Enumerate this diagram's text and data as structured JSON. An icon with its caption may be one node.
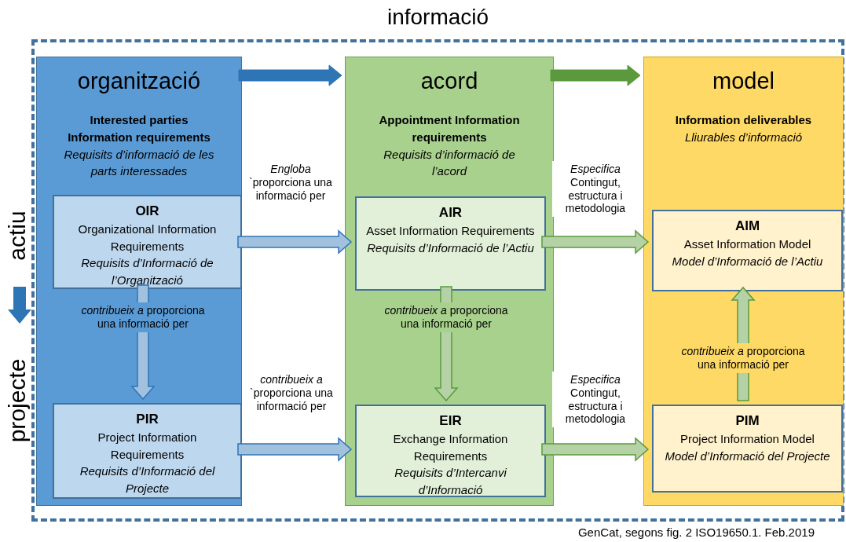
{
  "diagram": {
    "caption": "GenCat, segons fig. 2 ISO19650.1. Feb.2019",
    "nodes": [
      {
        "text": [
          "informació"
        ]
      },
      {
        "text": [
          "organització",
          "Interested parties Information requirements",
          "Requisits d’informació de les parts interessades"
        ],
        "in": 0
      },
      {
        "text": [
          "OIR",
          "Organizational Information Requirements",
          "Requisits d’Informació de l’Organització"
        ],
        "in": 1
      },
      {
        "text": [
          "PIR",
          "Project Information Requirements",
          "Requisits d’Informació del Projecte"
        ],
        "in": 1
      },
      {
        "text": [
          "acord",
          "Appointment Information requirements",
          "Requisits d’informació de l’acord"
        ],
        "in": 0
      },
      {
        "text": [
          "AIR",
          "Asset Information Requirements",
          "Requisits d’Informació de l’Actiu"
        ],
        "in": 4
      },
      {
        "text": [
          "EIR",
          "Exchange Information Requirements",
          "Requisits d’Intercanvi d’Informació"
        ],
        "in": 4
      },
      {
        "text": [
          "model",
          "Information deliverables",
          "Lliurables d’informació"
        ],
        "in": 0
      },
      {
        "text": [
          "AIM",
          "Asset Information Model",
          "Model d’Informació de l’Actiu"
        ],
        "in": 7
      },
      {
        "text": [
          "PIM",
          "Project Information Model",
          "Model d’Informació del Projecte"
        ],
        "in": 7
      }
    ],
    "edges": [
      {
        "from": 1,
        "to": 4,
        "arrow": "to",
        "style": "thick"
      },
      {
        "from": 4,
        "to": 7,
        "arrow": "to",
        "style": "thick",
        "color": "#5a9a3c"
      },
      {
        "from": 2,
        "to": 5,
        "arrow": "to",
        "label": "*Engloba* `proporciona una informació per"
      },
      {
        "from": 5,
        "to": 8,
        "arrow": "to",
        "label": "*Especifica* Contingut, estructura i metodologia",
        "color": "#5a9a3c"
      },
      {
        "from": 2,
        "to": 3,
        "arrow": "to",
        "label": "*contribueix a* proporciona una informació per"
      },
      {
        "from": 5,
        "to": 6,
        "arrow": "to",
        "label": "*contribueix a* proporciona una informació per",
        "color": "#5a9a3c"
      },
      {
        "from": 9,
        "to": 8,
        "arrow": "to",
        "label": "*contribueix a* proporciona una informació per",
        "color": "#5a9a3c"
      },
      {
        "from": 3,
        "to": 6,
        "arrow": "to",
        "label": "*contribueix a* `proporciona una informació per"
      },
      {
        "from": 6,
        "to": 9,
        "arrow": "to",
        "label": "*Especifica* Contingut, estructura i metodologia",
        "color": "#5a9a3c"
      }
    ],
    "labels": [
      "actiu",
      "projecte"
    ]
  }
}
